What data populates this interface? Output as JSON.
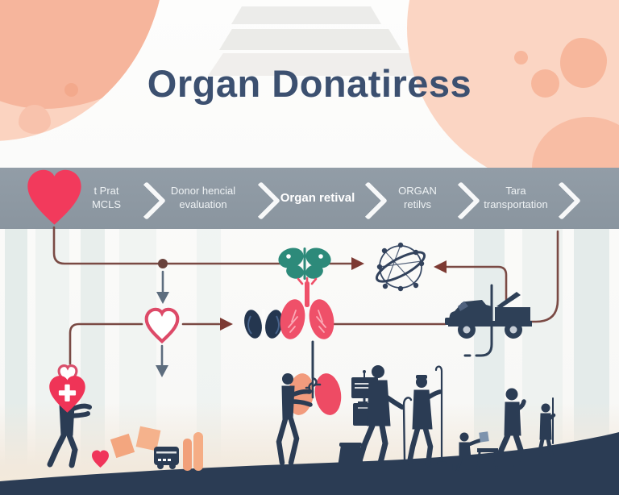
{
  "title": "Organ Donatiress",
  "process_banner": {
    "steps": [
      {
        "line1": "t Prat",
        "line2": "MCLS"
      },
      {
        "line1": "Donor hencial",
        "line2": "evaluation"
      },
      {
        "line1": "Organ retival",
        "line2": ""
      },
      {
        "line1": "ORGAN",
        "line2": "retilvs"
      },
      {
        "line1": "Tara",
        "line2": "transportation"
      }
    ]
  },
  "icons": {
    "donor_heart": "red-heart-icon",
    "match_heart": "outline-heart-icon",
    "gift_heart": "heart-with-cross-icon",
    "organ_teal": "teal-organ-icon",
    "organ_lungs": "lungs-icon",
    "organ_kidneys_navy": "kidneys-navy-icon",
    "organ_kidneys_color": "kidneys-salmon-red-icon",
    "network": "molecule-network-icon",
    "transport": "pickup-truck-icon",
    "vehicle_small": "bus-icon",
    "flow_separator": "chevron-right-icon"
  },
  "colors": {
    "accent_red": "#f23a5c",
    "title_navy": "#3c5070",
    "banner_gray": "#8e99a3",
    "silhouette_navy": "#2b3c54",
    "teal_organ": "#2d8a7a",
    "flow_line_maroon": "#7a4a44",
    "flow_arrow_slate": "#5d6d7e",
    "salmon_blob": "#f9d0bd",
    "salmon_spot": "#f5b195"
  }
}
